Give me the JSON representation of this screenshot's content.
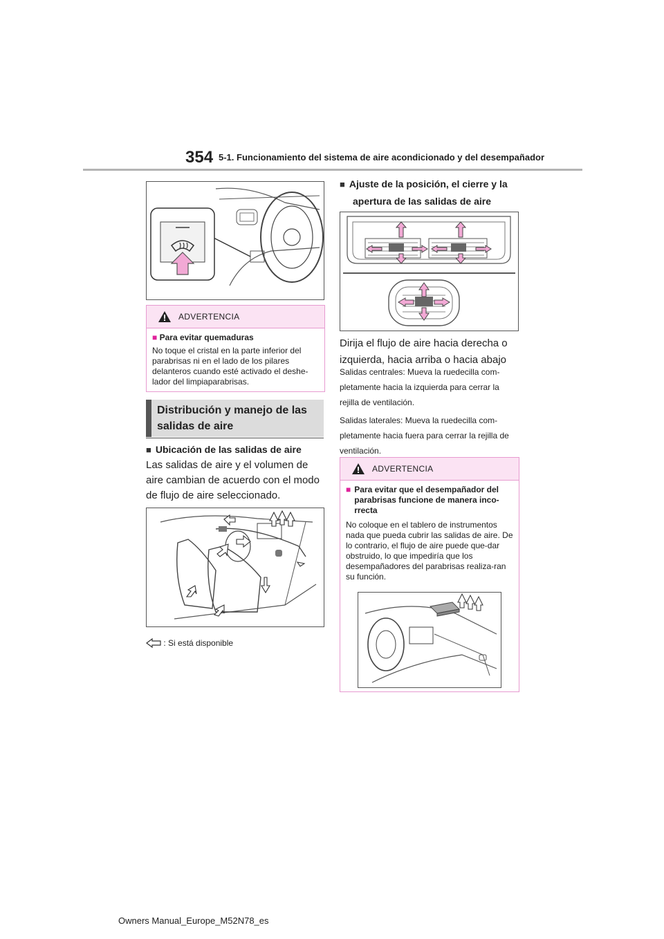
{
  "header": {
    "page_number": "354",
    "title": "5-1. Funcionamiento del sistema de aire acondicionado y del desempañador"
  },
  "left": {
    "warning": {
      "label": "ADVERTENCIA",
      "subtitle": "Para evitar quemaduras",
      "body": "No toque el cristal en la parte inferior del parabrisas ni en el lado de los pilares delanteros cuando esté activado el deshe-lador del limpiaparabrisas."
    },
    "section_title_line1": "Distribución y manejo de las",
    "section_title_line2": "salidas de aire",
    "subhead": "Ubicación de las salidas de aire",
    "paragraph": "Las salidas de aire y el volumen de aire cambian de acuerdo con el modo de flujo de aire seleccionado.",
    "legend_text": ": Si está disponible"
  },
  "right": {
    "subhead_line1": "Ajuste de la posición, el cierre y la",
    "subhead_line2": "apertura de las salidas de aire",
    "paragraph": "Dirija el flujo de aire hacia derecha o izquierda, hacia arriba o hacia abajo",
    "central_text": "Salidas centrales: Mueva la ruedecilla com-pletamente hacia la izquierda para cerrar la rejilla de ventilación.",
    "side_text": "Salidas laterales: Mueva la ruedecilla com-pletamente hacia fuera para cerrar la rejilla de ventilación.",
    "warning": {
      "label": "ADVERTENCIA",
      "subtitle": "Para evitar que el desempañador del parabrisas funcione de manera inco-rrecta",
      "body": "No coloque en el tablero de instrumentos nada que pueda cubrir las salidas de aire. De lo contrario, el flujo de aire puede que-dar obstruido, lo que impediría que los desempañadores del parabrisas realiza-ran su función."
    }
  },
  "footer": {
    "text": "Owners Manual_Europe_M52N78_es"
  },
  "colors": {
    "warning_border": "#e79ad0",
    "warning_header_bg": "#fbe3f3",
    "warning_square": "#e0229b",
    "section_bg": "#dcdcdc",
    "section_bar": "#555555",
    "arrow_fill": "#f2a9d5"
  }
}
